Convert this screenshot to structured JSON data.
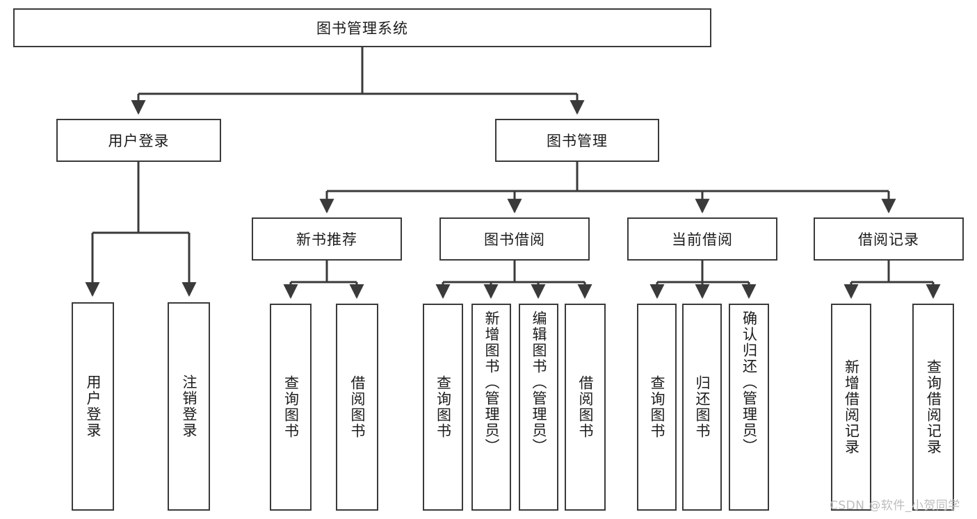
{
  "diagram": {
    "type": "hierarchy-tree",
    "title": "图书管理系统",
    "root": {
      "label": "图书管理系统"
    },
    "level2": [
      {
        "label": "用户登录"
      },
      {
        "label": "图书管理"
      }
    ],
    "level3": [
      {
        "label": "新书推荐"
      },
      {
        "label": "图书借阅"
      },
      {
        "label": "当前借阅"
      },
      {
        "label": "借阅记录"
      }
    ],
    "leaves": {
      "user_login": [
        {
          "label": "用户登录"
        },
        {
          "label": "注销登录"
        }
      ],
      "new_book_recommend": [
        {
          "label": "查询图书"
        },
        {
          "label": "借阅图书"
        }
      ],
      "book_borrow": [
        {
          "label": "查询图书"
        },
        {
          "label": "新增图书（管理员）"
        },
        {
          "label": "编辑图书（管理员）"
        },
        {
          "label": "借阅图书"
        }
      ],
      "current_borrow": [
        {
          "label": "查询图书"
        },
        {
          "label": "归还图书"
        },
        {
          "label": "确认归还（管理员）"
        }
      ],
      "borrow_record": [
        {
          "label": "新增借阅记录"
        },
        {
          "label": "查询借阅记录"
        }
      ]
    }
  },
  "watermark": {
    "text": "CSDN @软件_小贺同学"
  },
  "colors": {
    "background": "#ffffff",
    "box_border": "#3a3a3a",
    "box_fill": "#ffffff",
    "text": "#1b1b1b",
    "connector": "#3a3a3a",
    "watermark": "#bdbdbd"
  }
}
